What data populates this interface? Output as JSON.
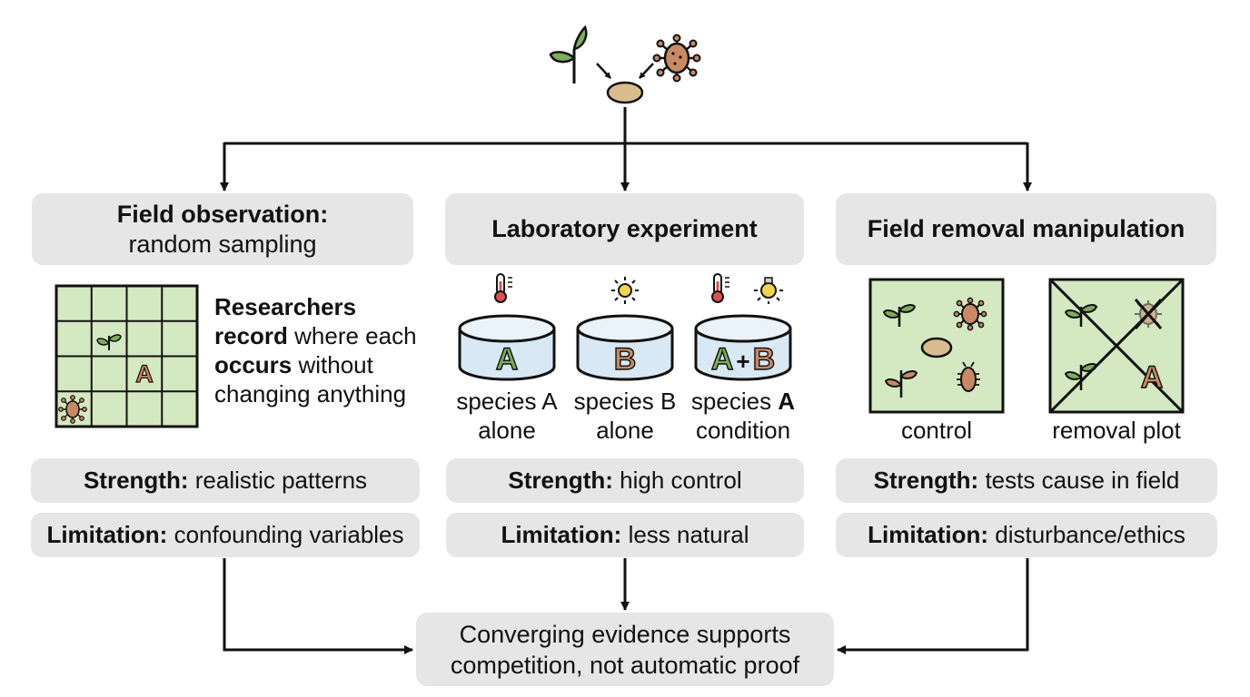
{
  "top_icons": [
    "plant-icon",
    "insect-icon",
    "resource-seed-icon"
  ],
  "methods": [
    {
      "title_bold": "Field observation:",
      "title_rest": "random sampling",
      "description": [
        {
          "bold": "Researchers",
          "rest": ""
        },
        {
          "bold": "record",
          "rest": " where each"
        },
        {
          "bold": "occurs",
          "rest": " without"
        },
        {
          "bold": "",
          "rest": "changing anything"
        }
      ],
      "grid_letter": "A",
      "strength_label": "Strength:",
      "strength_text": "realistic patterns",
      "limitation_label": "Limitation:",
      "limitation_text": "confounding variables"
    },
    {
      "title_bold": "Laboratory experiment",
      "containers": [
        {
          "content": "A",
          "icons": [
            "thermometer-icon"
          ],
          "caption_line1": "species A",
          "caption_line2": "alone"
        },
        {
          "content": "B",
          "icons": [
            "sun-icon"
          ],
          "caption_line1": "species B",
          "caption_line2": "alone"
        },
        {
          "content_a": "A",
          "content_op": "+",
          "content_b": "B",
          "icons": [
            "thermometer-icon",
            "lightbulb-icon"
          ],
          "caption_line1_pre": "species ",
          "caption_line1_bold": "A",
          "caption_line2": "condition"
        }
      ],
      "strength_label": "Strength:",
      "strength_text": "high control",
      "limitation_label": "Limitation:",
      "limitation_text": "less natural"
    },
    {
      "title_bold": "Field removal manipulation",
      "plots": [
        {
          "caption": "control"
        },
        {
          "caption": "removal plot",
          "letter": "A"
        }
      ],
      "strength_label": "Strength:",
      "strength_text": "tests cause in field",
      "limitation_label": "Limitation:",
      "limitation_text": "disturbance/ethics"
    }
  ],
  "conclusion": {
    "line1": "Converging evidence supports",
    "line2": "competition, not automatic proof"
  },
  "colors": {
    "box_fill": "#e6e6e6",
    "plant_green": "#7cae5b",
    "organism_brown": "#c98a63",
    "plot_fill": "#d4e8c1",
    "container_fill": "#d8e8f4",
    "seed_fill": "#d8bc8e",
    "arrow": "#111111"
  }
}
